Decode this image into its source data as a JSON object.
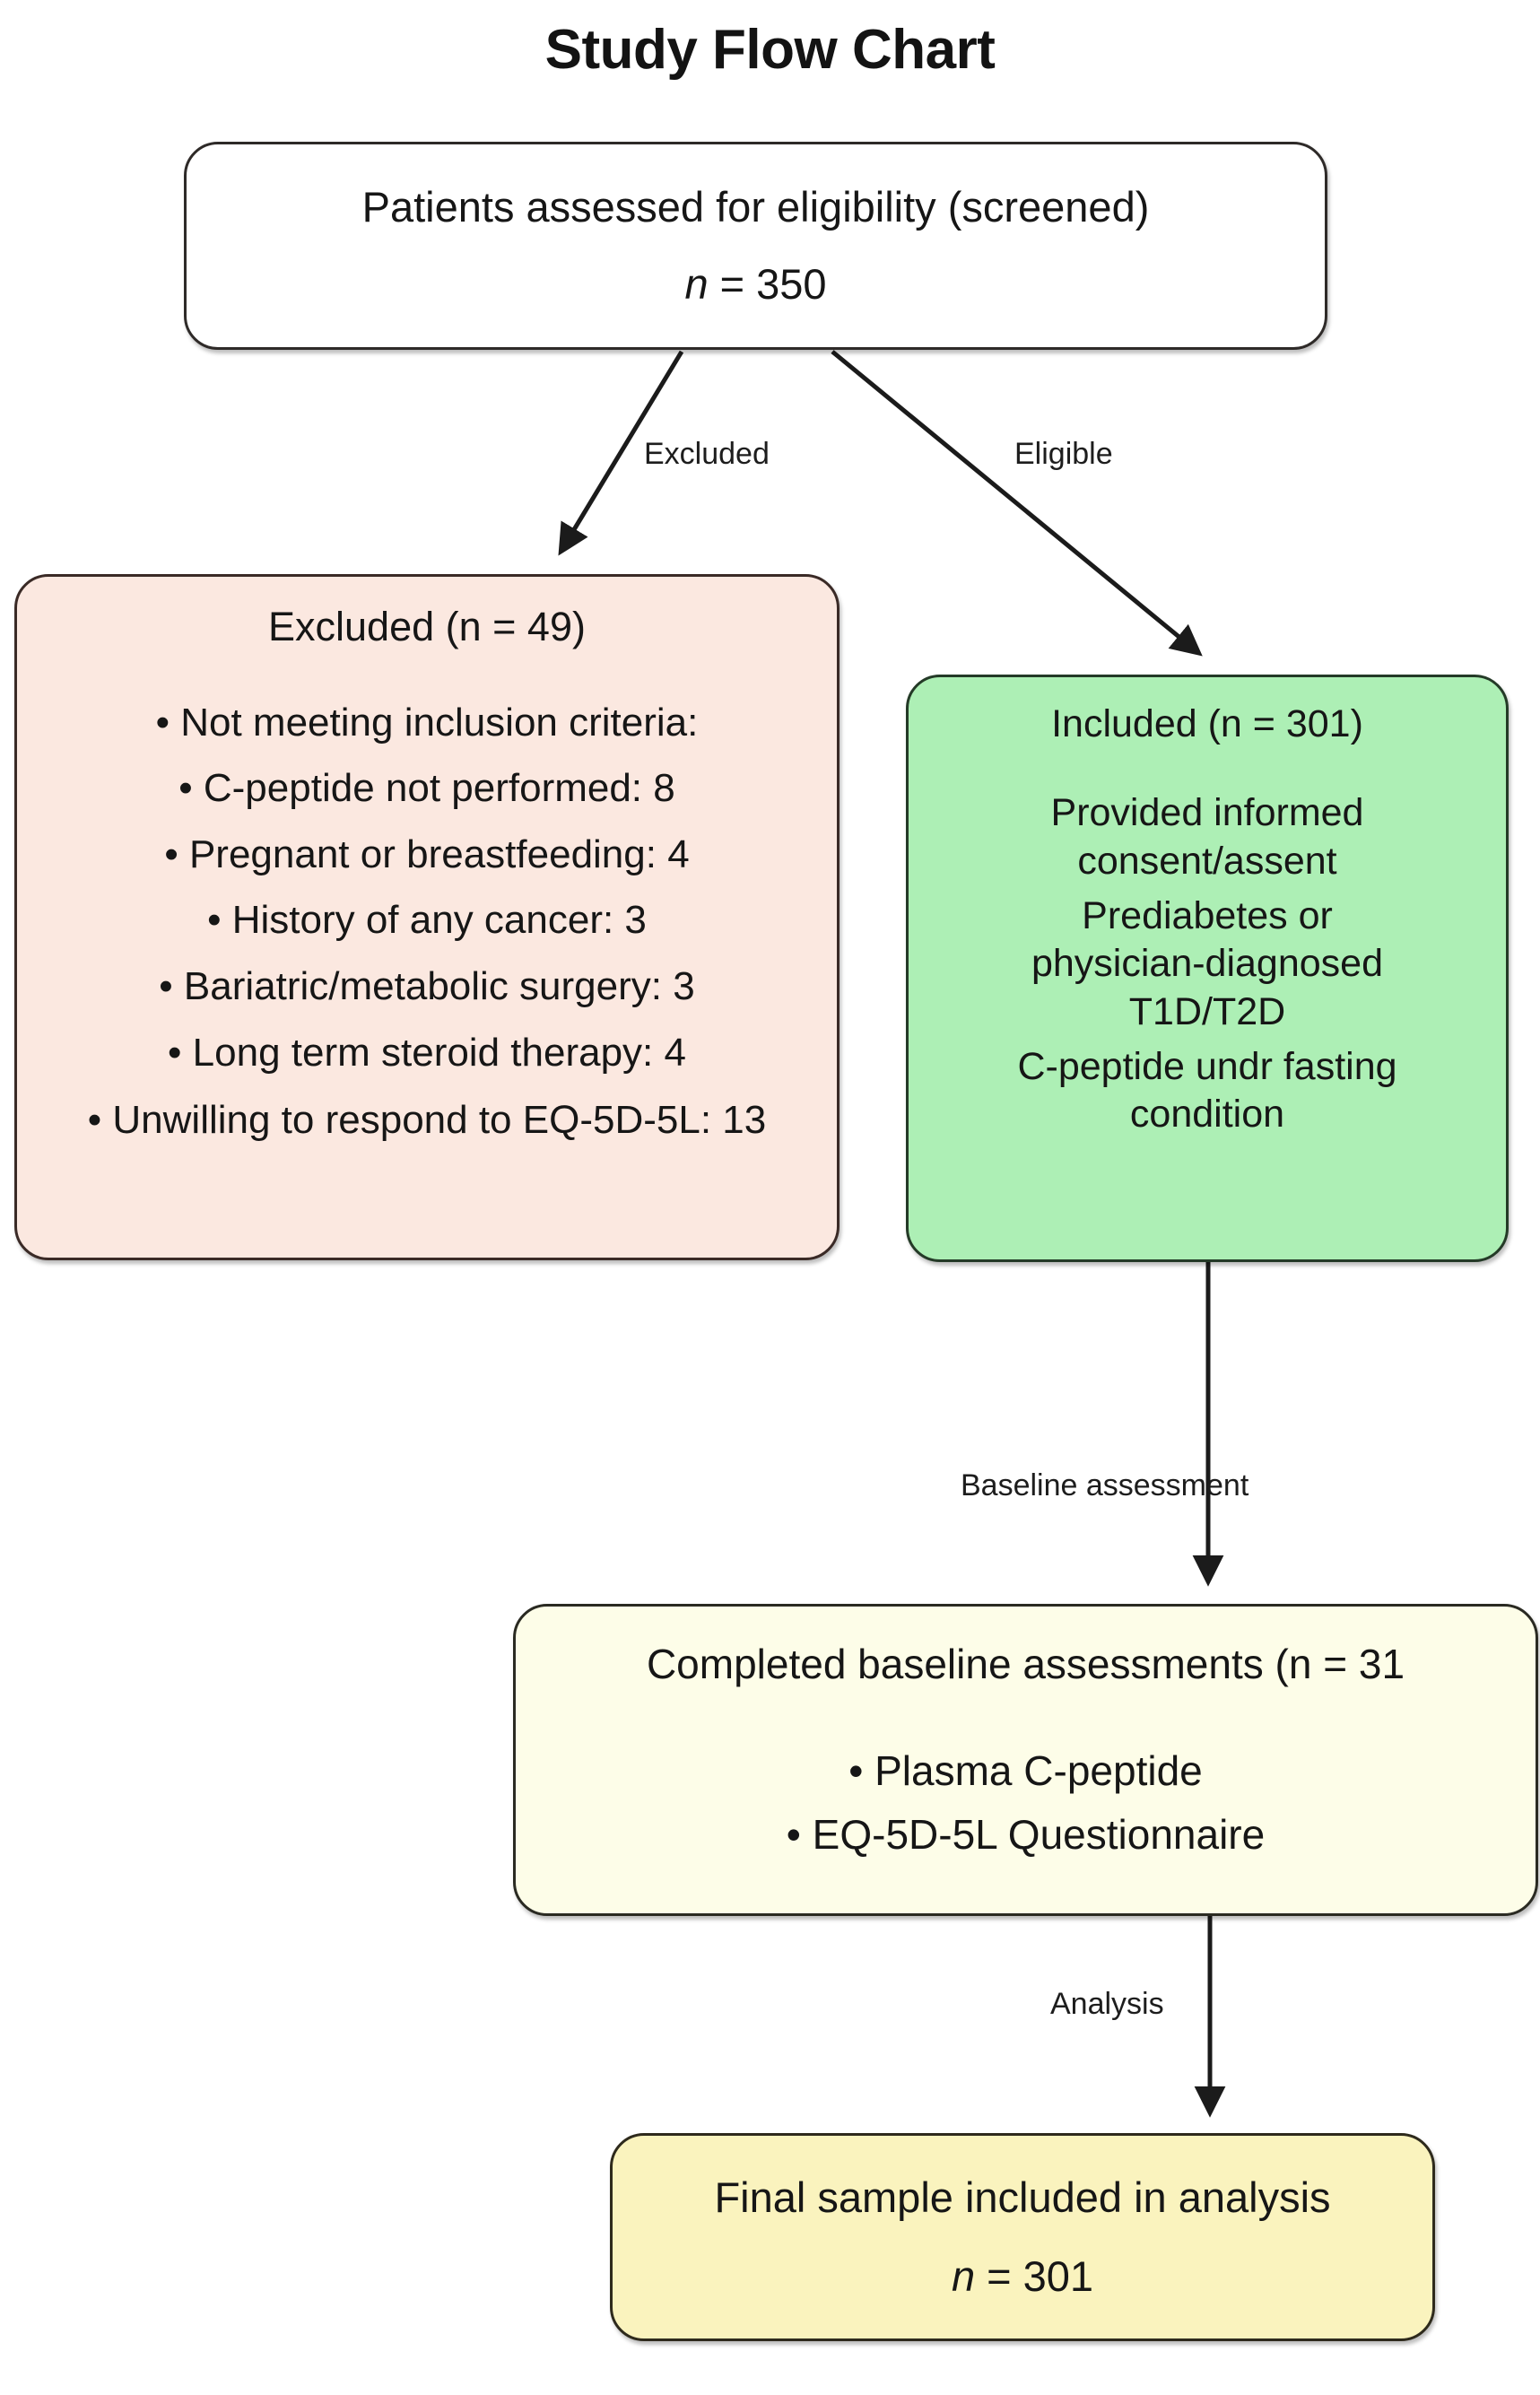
{
  "title": "Study Flow Chart",
  "colors": {
    "background": "#ffffff",
    "screened_fill": "#ffffff",
    "excluded_fill": "#fbe8e0",
    "included_fill": "#adefb5",
    "baseline_fill": "#fdfde8",
    "final_fill": "#faf3be",
    "stroke": "#2e2622",
    "text": "#161616"
  },
  "chart_data": {
    "type": "diagram",
    "title": "Study Flow Chart",
    "diagram_kind": "CONSORT-style study flow chart",
    "nodes": [
      {
        "id": "screened",
        "label": "Patients assessed for eligibility (screened)",
        "n_label": "n = 350",
        "n": 350,
        "fill": "#ffffff"
      },
      {
        "id": "excluded",
        "label": "Excluded (n = 49)",
        "n": 49,
        "fill": "#fbe8e0",
        "bullets": [
          "• Not meeting inclusion criteria:",
          "• C-peptide not performed: 8",
          "• Pregnant or breastfeeding: 4",
          "• History of any cancer: 3",
          "• Bariatric/metabolic surgery: 3",
          "• Long term steroid therapy: 4",
          "• Unwilling to respond to EQ-5D-5L: 13"
        ],
        "bullet_values": [
          null,
          8,
          4,
          3,
          3,
          4,
          13
        ]
      },
      {
        "id": "included",
        "label": "Included (n = 301)",
        "n": 301,
        "fill": "#adefb5",
        "criteria": [
          "Provided informed consent/assent",
          "Prediabetes or physician-diagnosed T1D/T2D",
          "C-peptide undr fasting condition"
        ]
      },
      {
        "id": "baseline",
        "label": "Completed baseline assessments (n = 31",
        "n": 31,
        "fill": "#fdfde8",
        "bullets": [
          "• Plasma C-peptide",
          "• EQ-5D-5L Questionnaire"
        ]
      },
      {
        "id": "final",
        "label": "Final sample included in analysis",
        "n_label": "n = 301",
        "n": 301,
        "fill": "#faf3be"
      }
    ],
    "edges": [
      {
        "from": "screened",
        "to": "excluded",
        "label": "Excluded"
      },
      {
        "from": "screened",
        "to": "included",
        "label": "Eligible"
      },
      {
        "from": "included",
        "to": "baseline",
        "label": "Baseline assessment"
      },
      {
        "from": "baseline",
        "to": "final",
        "label": "Analysis"
      }
    ]
  },
  "screened": {
    "line1": "Patients assessed for eligibility (screened)",
    "n_italic": "n",
    "n_rest": " = 350"
  },
  "excluded": {
    "head": "Excluded (n = 49)",
    "b1": "• Not meeting inclusion criteria:",
    "b2": "• C-peptide not performed: 8",
    "b3": "• Pregnant or breastfeeding: 4",
    "b4": "• History of any cancer: 3",
    "b5": "• Bariatric/metabolic surgery: 3",
    "b6": "• Long term steroid therapy: 4",
    "b7": "• Unwilling to respond to EQ-5D-5L: 13"
  },
  "included": {
    "head": "Included (n = 301)",
    "c1a": "Provided informed",
    "c1b": "consent/assent",
    "c2a": "Prediabetes or",
    "c2b": "physician-diagnosed",
    "c2c": "T1D/T2D",
    "c3a": "C-peptide undr fasting",
    "c3b": "condition"
  },
  "baseline": {
    "head": "Completed baseline assessments (n = 31",
    "b1": "• Plasma C-peptide",
    "b2": "• EQ-5D-5L Questionnaire"
  },
  "final": {
    "line1": "Final sample included in analysis",
    "n_italic": "n",
    "n_rest": " = 301"
  },
  "edge_labels": {
    "excluded": "Excluded",
    "eligible": "Eligible",
    "baseline": "Baseline assessment",
    "analysis": "Analysis"
  }
}
